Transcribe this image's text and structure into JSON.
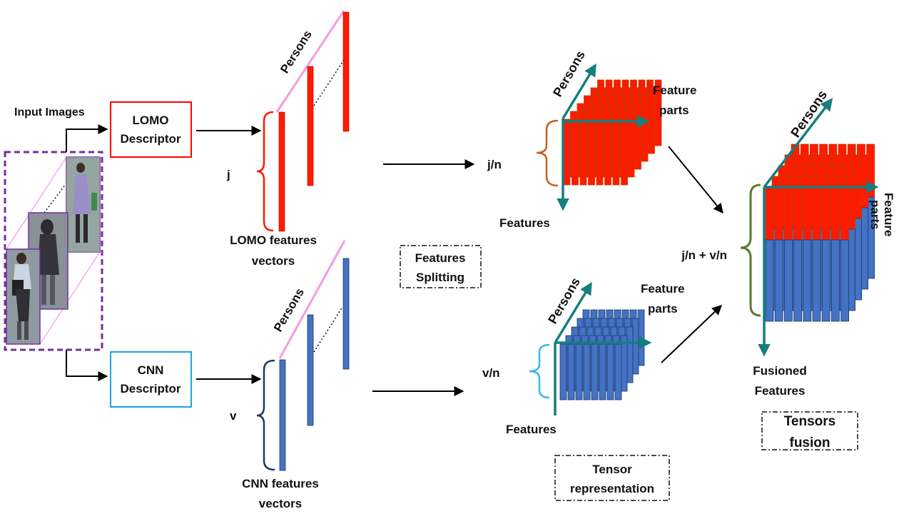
{
  "labels": {
    "input_images": "Input Images",
    "lomo_desc_1": "LOMO",
    "lomo_desc_2": "Descriptor",
    "cnn_desc_1": "CNN",
    "cnn_desc_2": "Descriptor",
    "lomo_vec_1": "LOMO features",
    "lomo_vec_2": "vectors",
    "cnn_vec_1": "CNN features",
    "cnn_vec_2": "vectors",
    "persons": "Persons",
    "j": "j",
    "v": "v",
    "jn": "j/n",
    "vn": "v/n",
    "jnvn": "j/n + v/n",
    "features": "Features",
    "feature_parts_1": "Feature",
    "feature_parts_2": "parts",
    "split_1": "Features",
    "split_2": "Splitting",
    "tensor_rep_1": "Tensor",
    "tensor_rep_2": "representation",
    "fusioned_1": "Fusioned",
    "fusioned_2": "Features",
    "fusion_1": "Tensors",
    "fusion_2": "fusion"
  },
  "colors": {
    "red": "#ff1a00",
    "blue": "#4472c4",
    "teal": "#167e7e",
    "lomo_border": "#ff0000",
    "cnn_border": "#1aa6d8",
    "purple": "#7030a0",
    "pink": "#f59ae8",
    "navy": "#1f3864",
    "orange_brace": "#c5601a",
    "cyan_brace": "#33bbee",
    "green_brace": "#5a7a2e"
  }
}
